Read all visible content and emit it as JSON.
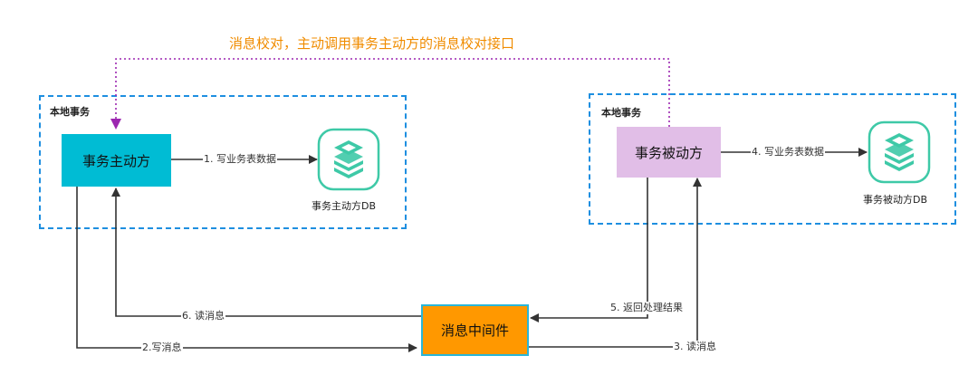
{
  "top_annotation": "消息校对，主动调用事务主动方的消息校对接口",
  "left_group": {
    "title": "本地事务"
  },
  "right_group": {
    "title": "本地事务"
  },
  "nodes": {
    "initiator": "事务主动方",
    "participant": "事务被动方",
    "middleware": "消息中间件"
  },
  "databases": {
    "initiator_db": "事务主动方DB",
    "participant_db": "事务被动方DB"
  },
  "edges": {
    "e1": "1. 写业务表数据",
    "e2": "2.写消息",
    "e3": "3. 读消息",
    "e4": "4. 写业务表数据",
    "e5": "5. 返回处理结果",
    "e6": "6. 读消息"
  },
  "colors": {
    "initiator_fill": "#00bcd4",
    "participant_fill": "#e1bee7",
    "middleware_fill": "#ff9800",
    "middleware_border": "#29b6d8",
    "group_border": "#1e8fe0",
    "callback_line": "#9c27b0",
    "annotation_text": "#f08c00",
    "db_icon": "#3ec9a7"
  },
  "icons": [
    "database-icon",
    "database-icon"
  ]
}
